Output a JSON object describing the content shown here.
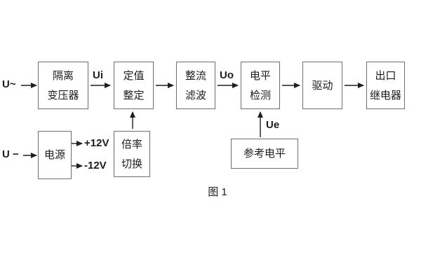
{
  "figure": {
    "caption": "图 1",
    "background": "#ffffff",
    "colors": {
      "box_border": "#6e6e6e",
      "line": "#1f1f1f",
      "text": "#1c1c1c"
    },
    "inputs": {
      "ac_label": "U~",
      "dc_label": "U −"
    },
    "signal_labels": {
      "ui": "Ui",
      "uo": "Uo",
      "ue": "Ue",
      "plus12v": "+12V",
      "minus12v": "-12V"
    },
    "blocks": {
      "isolation_transformer": {
        "line1": "隔离",
        "line2": "变压器"
      },
      "setpoint_adjust": {
        "line1": "定值",
        "line2": "整定"
      },
      "rectify_filter": {
        "line1": "整流",
        "line2": "滤波"
      },
      "level_detect": {
        "line1": "电平",
        "line2": "检测"
      },
      "driver": {
        "line1": "驱动"
      },
      "output_relay": {
        "line1": "出口",
        "line2": "继电器"
      },
      "power_supply": {
        "line1": "电源"
      },
      "ratio_switch": {
        "line1": "倍率",
        "line2": "切换"
      },
      "reference_level": {
        "line1": "参考电平"
      }
    }
  }
}
